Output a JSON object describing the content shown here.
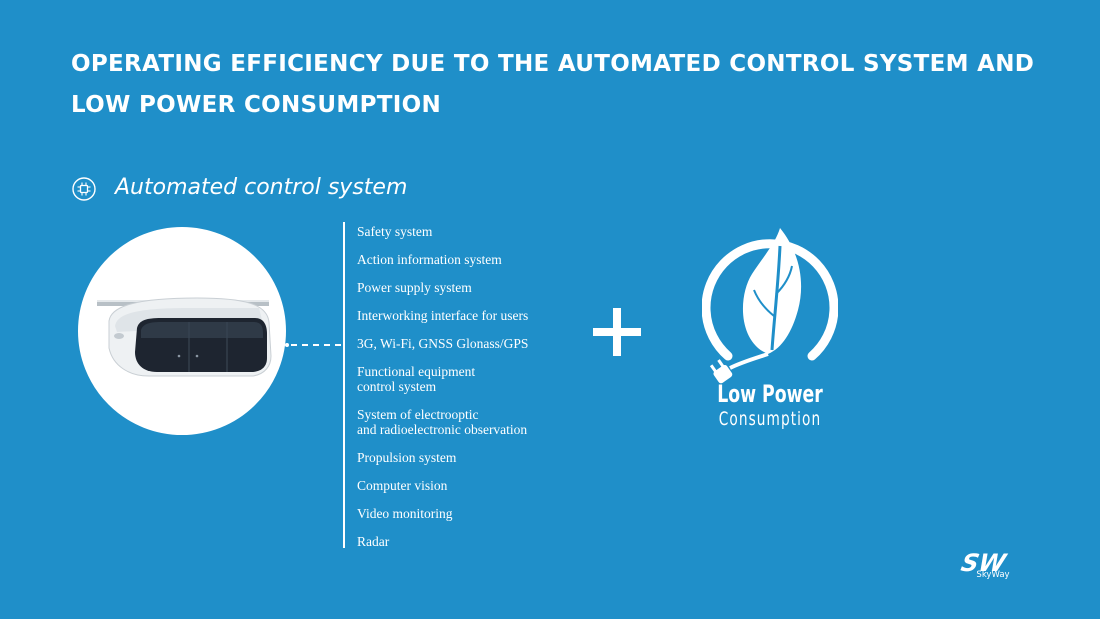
{
  "title": "OPERATING EFFICIENCY DUE TO THE AUTOMATED CONTROL SYSTEM AND LOW POWER CONSUMPTION",
  "section": {
    "icon": "chip-icon",
    "label": "Automated control system"
  },
  "features": [
    [
      "Safety system"
    ],
    [
      "Action information system"
    ],
    [
      "Power supply system"
    ],
    [
      "Interworking interface for users"
    ],
    [
      "3G, Wi-Fi, GNSS Glonass/GPS"
    ],
    [
      "Functional equipment",
      "control system"
    ],
    [
      "System of electrooptic",
      "and radioelectronic observation"
    ],
    [
      "Propulsion system"
    ],
    [
      "Computer vision"
    ],
    [
      "Video monitoring"
    ],
    [
      "Radar"
    ]
  ],
  "low_power": {
    "icon": "leaf-plug-icon",
    "line1": "Low Power",
    "line2": "Consumption"
  },
  "logo": {
    "mark": "SW",
    "word": "SkyWay"
  },
  "colors": {
    "background": "#1f8fc9",
    "foreground": "#ffffff",
    "pod_window": "#1e2530"
  }
}
